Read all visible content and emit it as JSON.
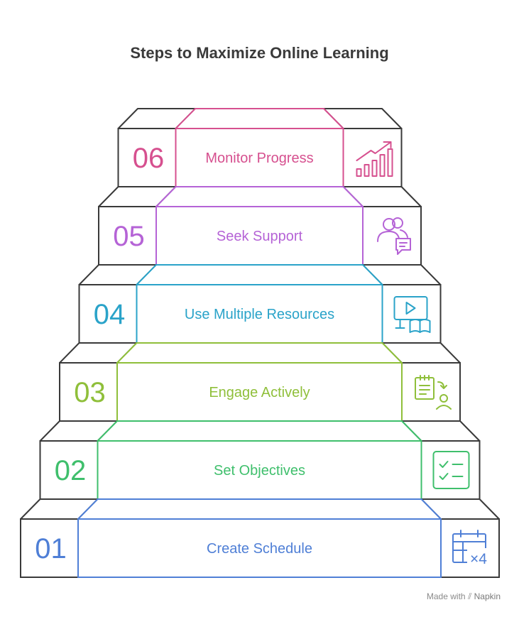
{
  "title": "Steps to Maximize Online Learning",
  "steps": [
    {
      "number": "01",
      "label": "Create Schedule",
      "color": "#4f7fd6",
      "icon": "calendar-icon"
    },
    {
      "number": "02",
      "label": "Set Objectives",
      "color": "#3fbf6c",
      "icon": "checklist-icon"
    },
    {
      "number": "03",
      "label": "Engage Actively",
      "color": "#8fbf3a",
      "icon": "engage-icon"
    },
    {
      "number": "04",
      "label": "Use Multiple Resources",
      "color": "#2aa3c9",
      "icon": "video-book-icon"
    },
    {
      "number": "05",
      "label": "Seek Support",
      "color": "#b563d6",
      "icon": "people-chat-icon"
    },
    {
      "number": "06",
      "label": "Monitor Progress",
      "color": "#d6508f",
      "icon": "growth-chart-icon"
    }
  ],
  "calendar_badge": "×4",
  "footer": {
    "made_with": "Made with",
    "brand": "Napkin"
  }
}
